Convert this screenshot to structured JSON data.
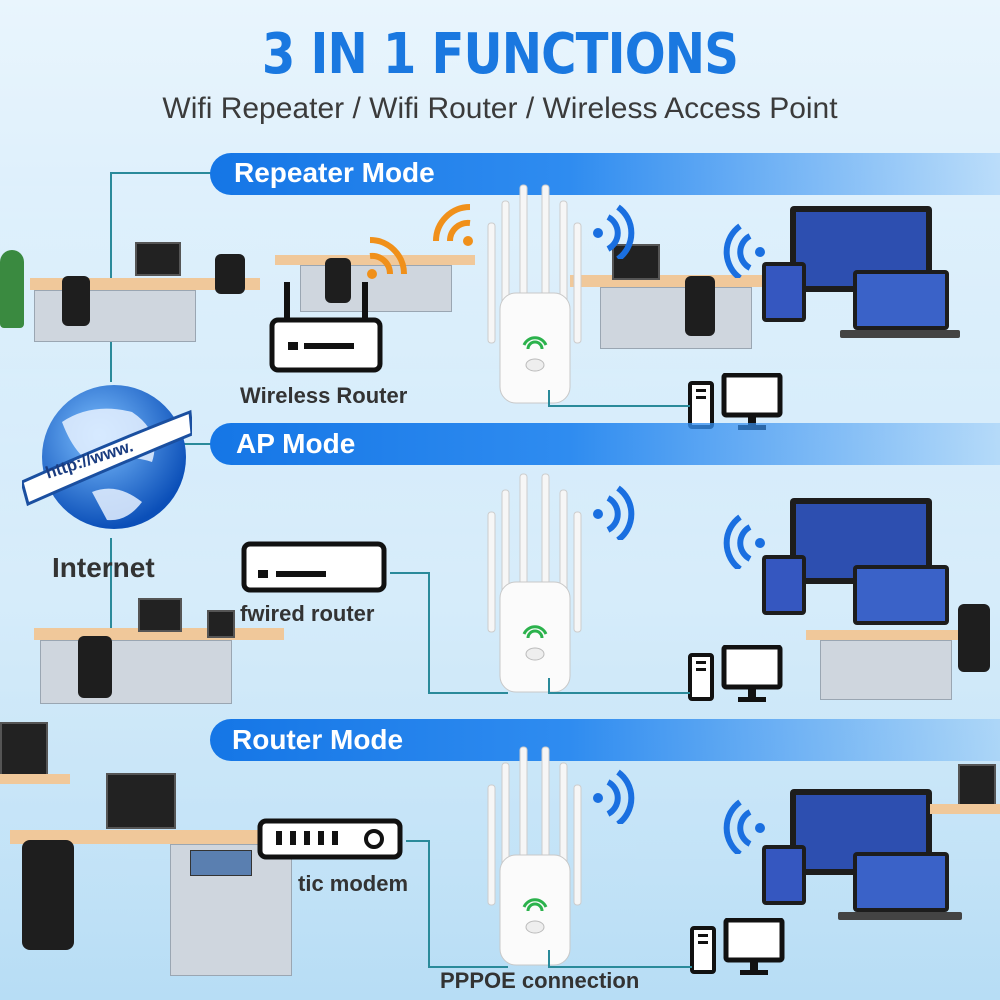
{
  "header": {
    "title": "3 IN 1 FUNCTIONS",
    "subtitle": "Wifi Repeater / Wifi Router / Wireless Access Point"
  },
  "modes": [
    {
      "name": "Repeater Mode",
      "source_label": "Wireless Router",
      "source_icon": "wireless-router-icon"
    },
    {
      "name": "AP Mode",
      "source_label": "fwired router",
      "source_icon": "wired-router-icon"
    },
    {
      "name": "Router Mode",
      "source_label": "tic modem",
      "source_icon": "modem-icon",
      "connection_label": "PPPOE connection"
    }
  ],
  "globe": {
    "banner_text": "http://www.",
    "caption": "Internet"
  },
  "colors": {
    "accent": "#1a78e0",
    "band": "#1576e6",
    "line": "#2a8a9a",
    "wifi": "#1a6fe0",
    "signal_orange": "#f0901a"
  }
}
